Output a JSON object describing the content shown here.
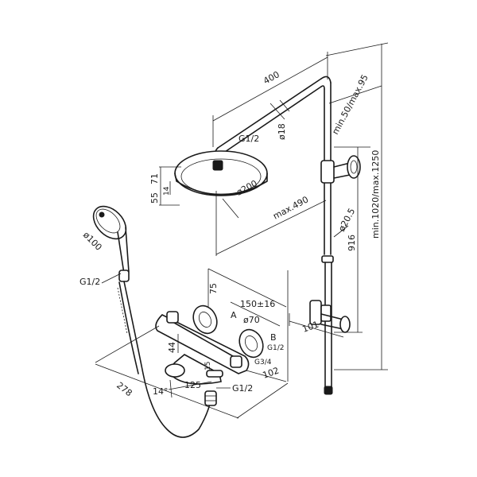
{
  "diagram": {
    "labels": {
      "arm_length": "400",
      "arm_tube_dia": "ø18",
      "head_connection": "G1/2",
      "head_height_a": "55",
      "head_height_b": "71",
      "head_thickness": "14",
      "head_dia": "ø200",
      "arm_reach": "max.490",
      "bracket_range": "min.50/max.95",
      "riser_dia": "ø20.5",
      "total_height": "min.1020/max.1250",
      "slide_distance": "916",
      "slider_depth": "101",
      "hand_shower_dia": "ø100",
      "hand_shower_connection": "G1/2",
      "mixer_height": "75",
      "mixer_centers": "150±16",
      "mixer_body_dia": "ø70",
      "point_a": "A",
      "point_b": "B",
      "point_b_thread": "G1/2",
      "inlet_thread": "G3/4",
      "mixer_depth": "102",
      "mixer_offset": "44",
      "spout_length": "125",
      "spout_height": "15",
      "spout_angle": "14°",
      "hose_connection": "G1/2",
      "hose_length": "278"
    }
  }
}
